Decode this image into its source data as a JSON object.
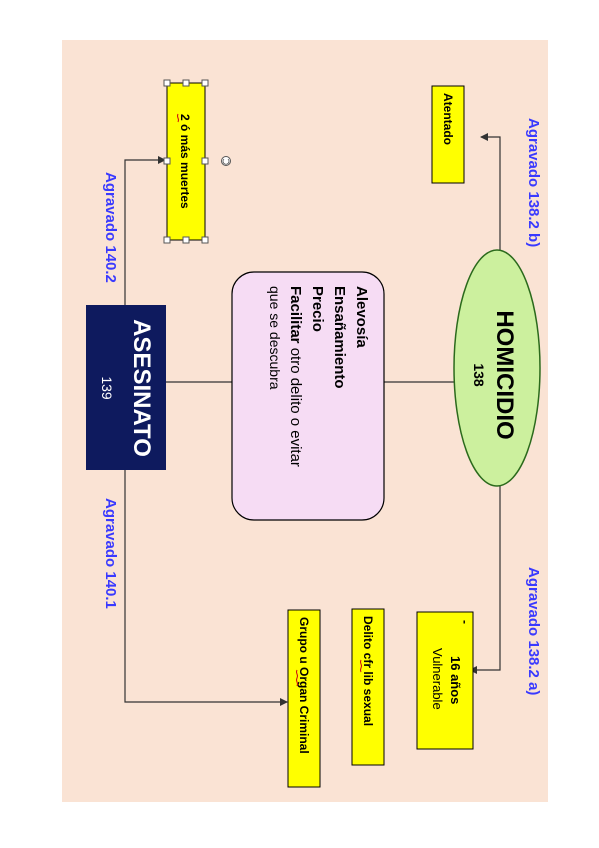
{
  "colors": {
    "background": "#fae3d4",
    "yellow_box": "#ffff00",
    "ellipse_fill": "#ccf09e",
    "ellipse_stroke": "#2b6a1c",
    "asesinato_fill": "#0e1a5e",
    "pink_box": "#f6dcf4",
    "label_blue": "#3a3aff",
    "connector": "#333333"
  },
  "nodes": {
    "homicidio_title": "HOMICIDIO",
    "homicidio_number": "138",
    "asesinato_title": "ASESINATO",
    "asesinato_number": "139",
    "circumstances": {
      "alevosia": "Alevosía",
      "ensanamiento": "Ensañamiento",
      "precio": "Precio",
      "facilitar_bold": "Facilitar",
      "facilitar_rest": " otro delito o evitar",
      "facilitar_line2": "que se descubra"
    },
    "atentado": "Atentado",
    "dos_muertes": "2 ó más muertes",
    "dieciseis_anos": "16 años",
    "vulnerable": "Vulnerable",
    "bullet": "-",
    "delito_sexual": "Delito cfr lib sexual",
    "grupo_criminal": "Grupo u Organ Criminal"
  },
  "labels": {
    "agravado_138_2b": "Agravado  138.2 b)",
    "agravado_138_2a": "Agravado 138.2 a)",
    "agravado_140_2": "Agravado 140.2",
    "agravado_140_1": "Agravado  140.1"
  }
}
